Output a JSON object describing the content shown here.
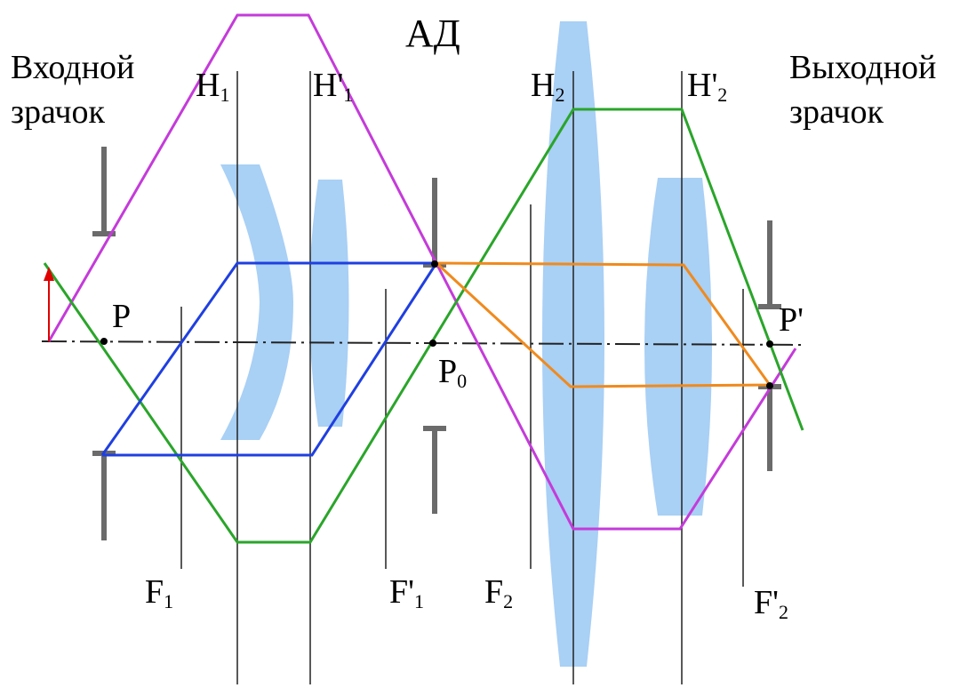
{
  "title": "АД",
  "entrance_pupil_label": [
    "Входной",
    "зрачок"
  ],
  "exit_pupil_label": [
    "Выходной",
    "зрачок"
  ],
  "points": {
    "P": {
      "main": "P",
      "sub": ""
    },
    "P_prime": {
      "main": "P'",
      "sub": ""
    },
    "P0": {
      "main": "P",
      "sub": "0"
    }
  },
  "principal_planes": [
    {
      "main": "H",
      "sub": "1"
    },
    {
      "main": "H'",
      "sub": "1"
    },
    {
      "main": "H",
      "sub": "2"
    },
    {
      "main": "H'",
      "sub": "2"
    }
  ],
  "focal_points": [
    {
      "main": "F",
      "sub": "1"
    },
    {
      "main": "F'",
      "sub": "1"
    },
    {
      "main": "F",
      "sub": "2"
    },
    {
      "main": "F'",
      "sub": "2"
    }
  ],
  "colors": {
    "lens": "#a9d0f5",
    "magenta_ray": "#c43bd9",
    "green_ray": "#2aa52a",
    "blue_ray": "#1f3fe0",
    "orange_ray": "#f08a1d",
    "stop": "#6b6b6b",
    "object_arrow": "#e00000",
    "guide": "#222222"
  }
}
